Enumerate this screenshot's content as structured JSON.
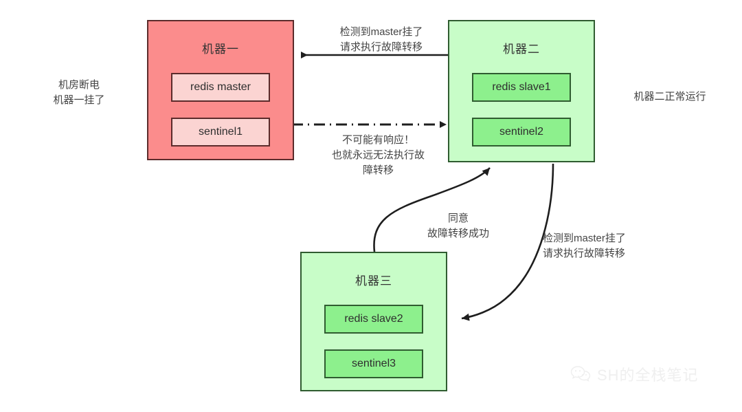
{
  "diagram": {
    "title": "Redis Sentinel failover diagram",
    "machines": [
      {
        "id": "machine-1",
        "title": "机器一",
        "status": "failed",
        "fill": "#fb8c8c",
        "service_fill": "#fbd4d2",
        "services": [
          {
            "name": "redis-master",
            "label": "redis master"
          },
          {
            "name": "sentinel-1",
            "label": "sentinel1"
          }
        ]
      },
      {
        "id": "machine-2",
        "title": "机器二",
        "status": "healthy",
        "fill": "#c8fdc8",
        "service_fill": "#8df08d",
        "services": [
          {
            "name": "redis-slave1",
            "label": "redis slave1"
          },
          {
            "name": "sentinel-2",
            "label": "sentinel2"
          }
        ]
      },
      {
        "id": "machine-3",
        "title": "机器三",
        "status": "healthy",
        "fill": "#c8fdc8",
        "service_fill": "#8df08d",
        "services": [
          {
            "name": "redis-slave2",
            "label": "redis slave2"
          },
          {
            "name": "sentinel-3",
            "label": "sentinel3"
          }
        ]
      }
    ],
    "annotations": {
      "left_note": "机房断电\n机器一挂了",
      "right_note": "机器二正常运行",
      "top_edge_label": "检测到master挂了\n请求执行故障转移",
      "mid_edge_label": "不可能有响应！\n也就永远无法执行故\n障转移",
      "agree_label": "同意\n故障转移成功",
      "lower_edge_label": "检测到master挂了\n请求执行故障转移"
    },
    "watermark": {
      "icon": "wechat-icon",
      "text": "SH的全栈笔记"
    },
    "colors": {
      "failed_fill": "#fb8c8c",
      "failed_border": "#5b2b2b",
      "healthy_fill": "#c8fdc8",
      "healthy_border": "#2f5c30",
      "edge_stroke": "#1e1e1e",
      "text": "#444444",
      "background": "#ffffff"
    }
  }
}
